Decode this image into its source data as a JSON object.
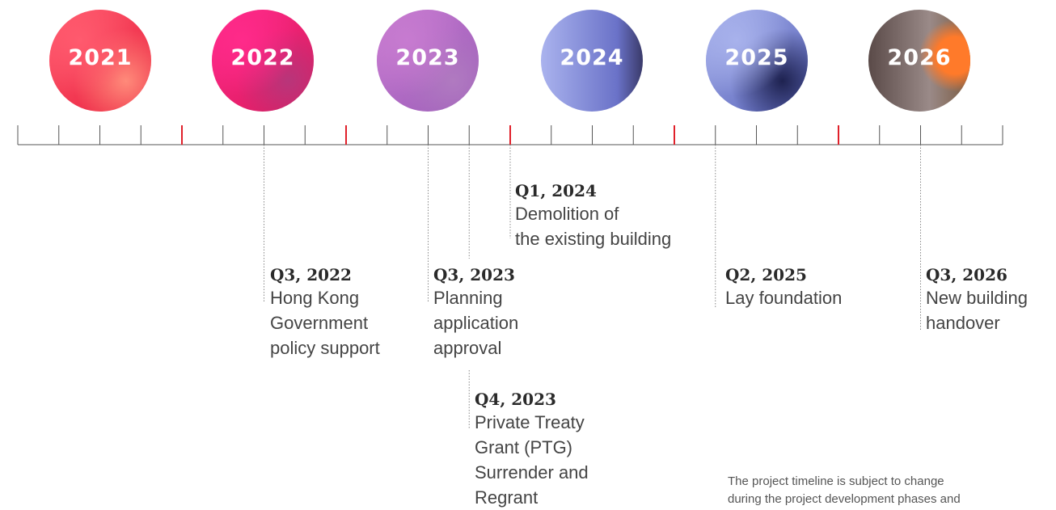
{
  "years": [
    {
      "label": "2021",
      "colors": [
        "#ff5a6e",
        "#e81e3c",
        "#ff8a7a"
      ]
    },
    {
      "label": "2022",
      "colors": [
        "#ff2a8a",
        "#d9195a",
        "#b8357a"
      ]
    },
    {
      "label": "2023",
      "colors": [
        "#c77bd0",
        "#9a5bb8",
        "#b07ac0"
      ]
    },
    {
      "label": "2024",
      "colors": [
        "#aab3ee",
        "#6a72c8",
        "#3a3a6a"
      ]
    },
    {
      "label": "2025",
      "colors": [
        "#a8b2ec",
        "#5560b8",
        "#1e2250"
      ]
    },
    {
      "label": "2026",
      "colors": [
        "#9a8a88",
        "#5a4a48",
        "#ff7a2a"
      ]
    }
  ],
  "milestones": [
    {
      "id": "q3-2022",
      "date": "Q3, 2022",
      "text": "Hong Kong\nGovernment\npolicy support"
    },
    {
      "id": "q3-2023",
      "date": "Q3, 2023",
      "text": "Planning\napplication\napproval"
    },
    {
      "id": "q4-2023",
      "date": "Q4, 2023",
      "text": "Private Treaty\nGrant (PTG)\nSurrender and\nRegrant"
    },
    {
      "id": "q1-2024",
      "date": "Q1, 2024",
      "text": "Demolition of\nthe existing building"
    },
    {
      "id": "q2-2025",
      "date": "Q2, 2025",
      "text": "Lay foundation"
    },
    {
      "id": "q3-2026",
      "date": "Q3, 2026",
      "text": "New building\nhandover"
    }
  ],
  "note": "The project timeline is subject to change\nduring the project development phases and",
  "colors": {
    "tick": "#555555",
    "year_tick": "#e0202a",
    "dotted": "#888888"
  }
}
